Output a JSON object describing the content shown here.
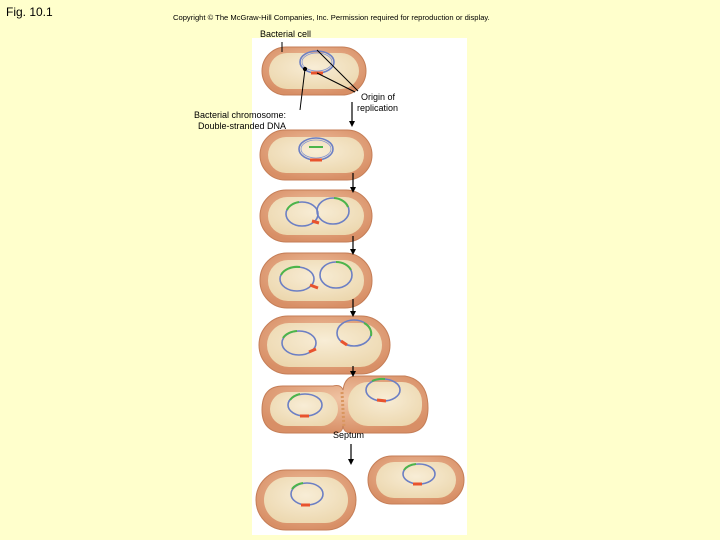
{
  "figure": {
    "label": "Fig. 10.1",
    "copyright": "Copyright © The McGraw-Hill Companies, Inc. Permission required for reproduction or display."
  },
  "labels": {
    "bacterial_cell": "Bacterial cell",
    "chromosome_line1": "Bacterial chromosome:",
    "chromosome_line2": "Double-stranded DNA",
    "origin_line1": "Origin of",
    "origin_line2": "replication",
    "septum": "Septum"
  },
  "colors": {
    "cell_wall": "#e2a57f",
    "cytoplasm": "#f2e3c2",
    "dna_blue": "#6c7fc4",
    "dna_green": "#4cb54a",
    "origin_red": "#e8532e",
    "background": "#ffffcc"
  }
}
